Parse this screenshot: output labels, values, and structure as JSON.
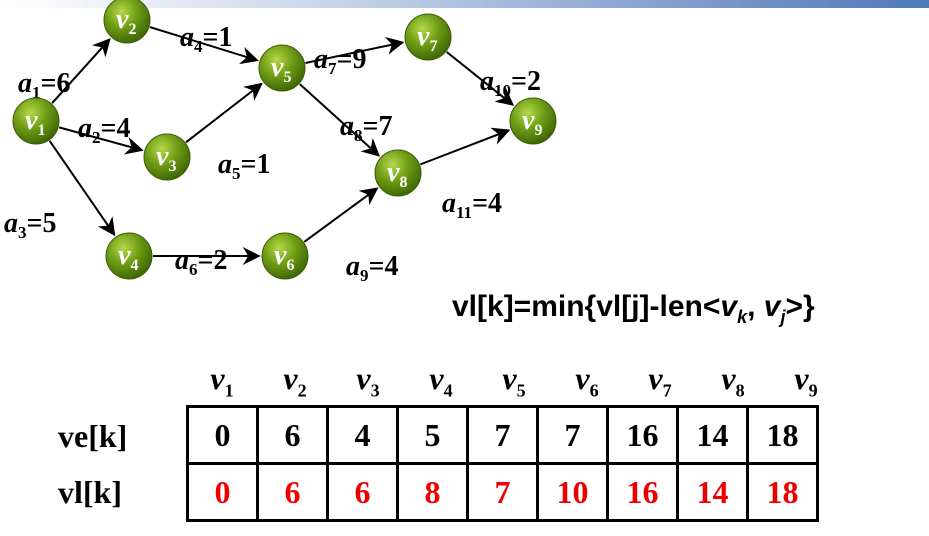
{
  "colors": {
    "node_fill": "#5e8c0e",
    "node_highlight": "#b6d84a",
    "vl_text": "#ee0000",
    "topbar": "#4f77b8"
  },
  "nodes": [
    {
      "id": "v1",
      "name": "v",
      "sub": "1"
    },
    {
      "id": "v2",
      "name": "v",
      "sub": "2"
    },
    {
      "id": "v3",
      "name": "v",
      "sub": "3"
    },
    {
      "id": "v4",
      "name": "v",
      "sub": "4"
    },
    {
      "id": "v5",
      "name": "v",
      "sub": "5"
    },
    {
      "id": "v6",
      "name": "v",
      "sub": "6"
    },
    {
      "id": "v7",
      "name": "v",
      "sub": "7"
    },
    {
      "id": "v8",
      "name": "v",
      "sub": "8"
    },
    {
      "id": "v9",
      "name": "v",
      "sub": "9"
    }
  ],
  "edges": [
    {
      "name": "a",
      "sub": "1",
      "value": "=6",
      "from": "v1",
      "to": "v2"
    },
    {
      "name": "a",
      "sub": "2",
      "value": "=4",
      "from": "v1",
      "to": "v3"
    },
    {
      "name": "a",
      "sub": "3",
      "value": "=5",
      "from": "v1",
      "to": "v4"
    },
    {
      "name": "a",
      "sub": "4",
      "value": "=1",
      "from": "v2",
      "to": "v5"
    },
    {
      "name": "a",
      "sub": "5",
      "value": "=1",
      "from": "v3",
      "to": "v5"
    },
    {
      "name": "a",
      "sub": "6",
      "value": "=2",
      "from": "v4",
      "to": "v6"
    },
    {
      "name": "a",
      "sub": "7",
      "value": "=9",
      "from": "v5",
      "to": "v7"
    },
    {
      "name": "a",
      "sub": "8",
      "value": "=7",
      "from": "v5",
      "to": "v8"
    },
    {
      "name": "a",
      "sub": "9",
      "value": "=4",
      "from": "v6",
      "to": "v8"
    },
    {
      "name": "a",
      "sub": "10",
      "value": "=2",
      "from": "v7",
      "to": "v9"
    },
    {
      "name": "a",
      "sub": "11",
      "value": "=4",
      "from": "v8",
      "to": "v9"
    }
  ],
  "formula": {
    "prefix": "vl[k]=min{vl[j]-len<",
    "var1": "v",
    "sub1": "k",
    "sep": ", ",
    "var2": "v",
    "sub2": "j",
    "suffix": ">}"
  },
  "table": {
    "headers": [
      {
        "name": "v",
        "sub": "1"
      },
      {
        "name": "v",
        "sub": "2"
      },
      {
        "name": "v",
        "sub": "3"
      },
      {
        "name": "v",
        "sub": "4"
      },
      {
        "name": "v",
        "sub": "5"
      },
      {
        "name": "v",
        "sub": "6"
      },
      {
        "name": "v",
        "sub": "7"
      },
      {
        "name": "v",
        "sub": "8"
      },
      {
        "name": "v",
        "sub": "9"
      }
    ],
    "ve_label": "ve[k]",
    "vl_label": "vl[k]",
    "ve": [
      "0",
      "6",
      "4",
      "5",
      "7",
      "7",
      "16",
      "14",
      "18"
    ],
    "vl": [
      "0",
      "6",
      "6",
      "8",
      "7",
      "10",
      "16",
      "14",
      "18"
    ]
  }
}
